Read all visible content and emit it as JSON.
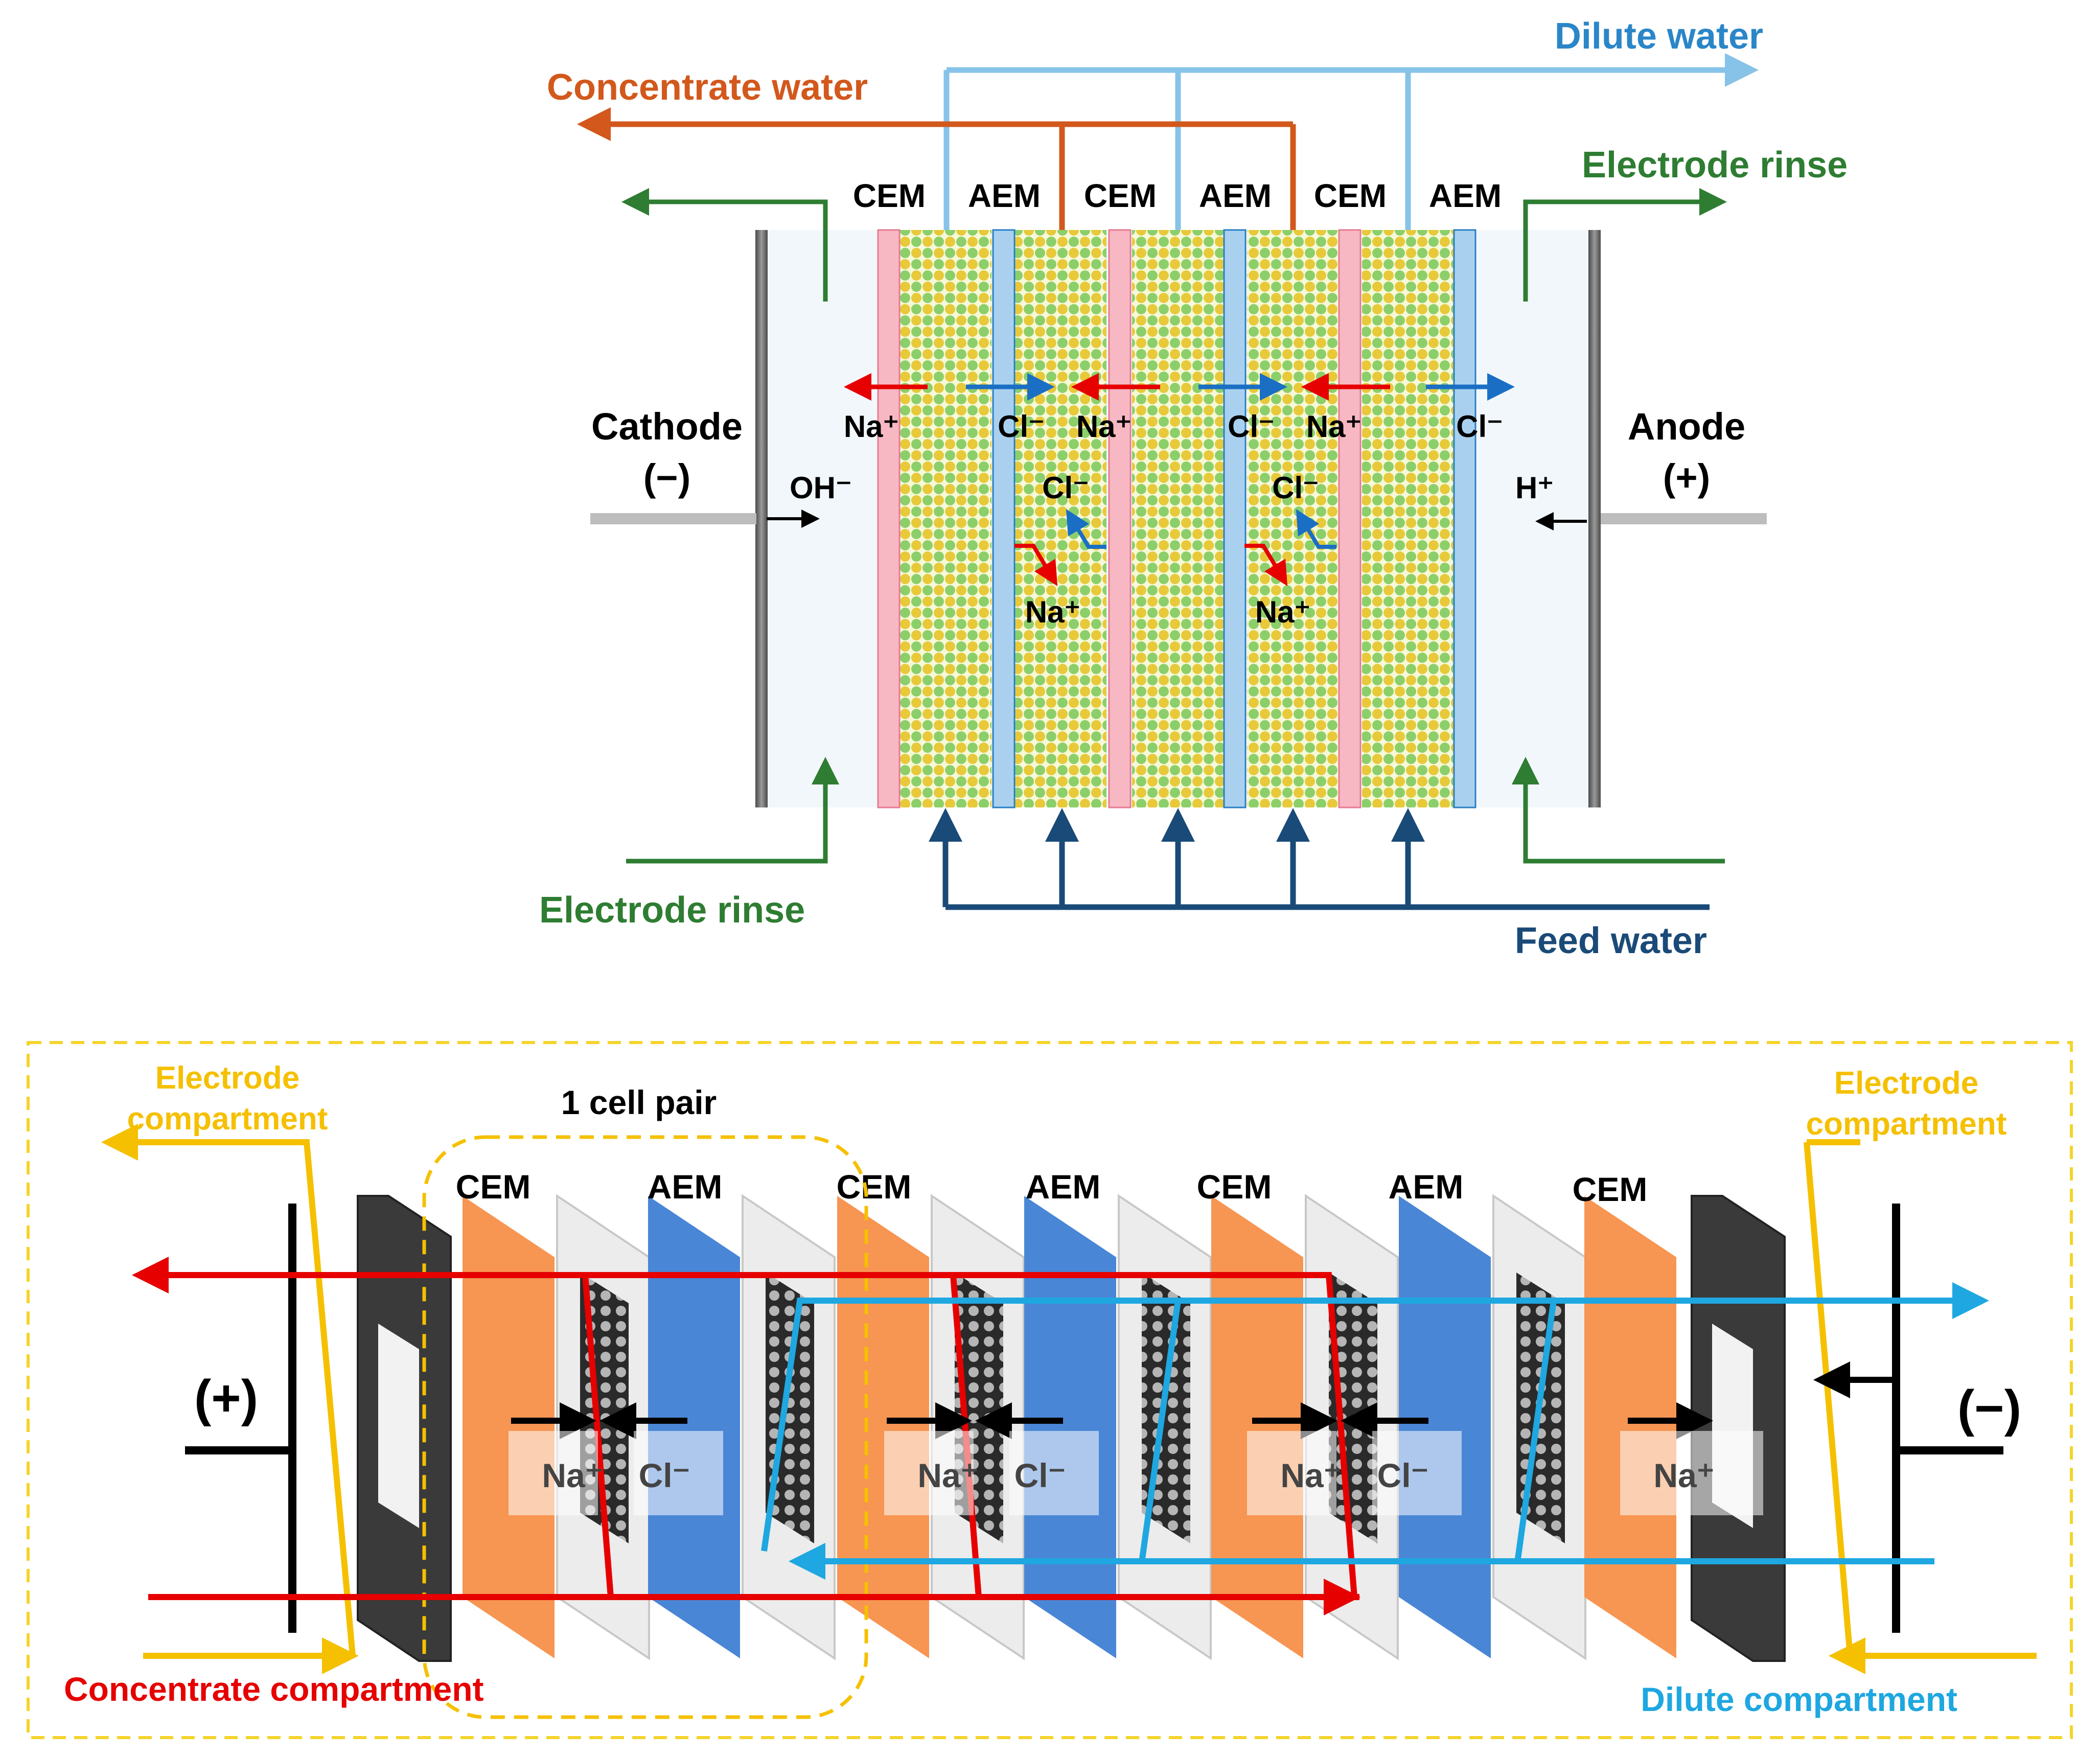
{
  "top": {
    "flows": {
      "dilute_water": "Dilute water",
      "concentrate_water": "Concentrate water",
      "electrode_rinse_out": "Electrode rinse",
      "electrode_rinse_in": "Electrode rinse",
      "feed_water": "Feed water"
    },
    "membranes": [
      "CEM",
      "AEM",
      "CEM",
      "AEM",
      "CEM",
      "AEM"
    ],
    "cathode": {
      "label": "Cathode",
      "sign": "(−)",
      "ion": "OH⁻"
    },
    "anode": {
      "label": "Anode",
      "sign": "(+)",
      "ion": "H⁺"
    },
    "ions": {
      "na": "Na⁺",
      "cl": "Cl⁻"
    },
    "colors": {
      "dilute": "#87c3e8",
      "concentrate": "#d2581c",
      "rinse": "#2e7d32",
      "feed": "#1a4a78",
      "cem": "#f7b8c4",
      "aem": "#a9d1ef",
      "na_arrow": "#e60000",
      "cl_arrow": "#1a6fc4"
    }
  },
  "bottom": {
    "electrode_compartment_left": [
      "Electrode",
      "compartment"
    ],
    "electrode_compartment_right": [
      "Electrode",
      "compartment"
    ],
    "cell_pair": "1 cell pair",
    "membranes": [
      "CEM",
      "AEM",
      "CEM",
      "AEM",
      "CEM",
      "AEM",
      "CEM"
    ],
    "plus": "(+)",
    "minus": "(−)",
    "ion_labels": [
      "Na⁺",
      "Cl⁻",
      "Na⁺",
      "Cl⁻",
      "Na⁺",
      "Cl⁻",
      "Na⁺"
    ],
    "concentrate_compartment": "Concentrate compartment",
    "dilute_compartment": "Dilute compartment",
    "colors": {
      "frame": "#f5d42a",
      "electrode_flow": "#f5c000",
      "concentrate": "#e60000",
      "dilute": "#1ea7e0",
      "cem": "#f79552",
      "aem": "#4a86d6",
      "end_plate": "#3a3a3a"
    }
  }
}
